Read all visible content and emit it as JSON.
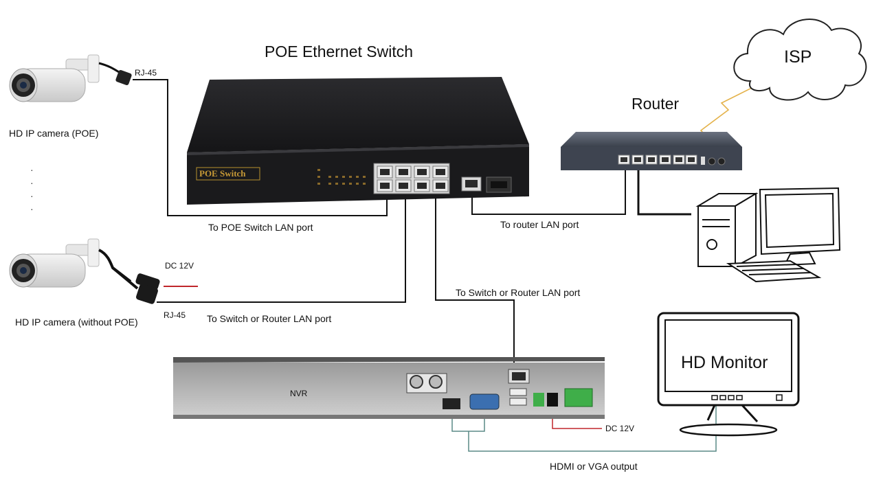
{
  "labels": {
    "switch_title": "POE Ethernet Switch",
    "switch_brand": "POE Switch",
    "router": "Router",
    "isp": "ISP",
    "camera_poe": "HD IP camera (POE)",
    "camera_no_poe": "HD IP camera (without POE)",
    "rj45_top": "RJ-45",
    "rj45_bottom": "RJ-45",
    "dc12v_camera": "DC 12V",
    "dc12v_nvr": "DC 12V",
    "to_poe_switch_lan": "To POE Switch LAN port",
    "to_router_lan": "To router LAN port",
    "to_switch_or_router_right": "To Switch or Router LAN port",
    "to_switch_or_router_left": "To Switch or Router LAN port",
    "nvr": "NVR",
    "hd_monitor": "HD Monitor",
    "hdmi_vga": "HDMI or VGA output",
    "ellipsis": "·\n·\n·\n·"
  },
  "colors": {
    "cable": "#111111",
    "power_cable": "#c0262a",
    "video_cable": "#5a8a86",
    "wan_cable": "#e4b24a",
    "device_dark": "#1d1d1f",
    "router_body": "#3e4450",
    "nvr_body": "#2a2a2c"
  },
  "icons": [
    "camera-icon",
    "switch-device",
    "router-device",
    "cloud-icon",
    "computer-icon",
    "monitor-icon",
    "nvr-device"
  ]
}
